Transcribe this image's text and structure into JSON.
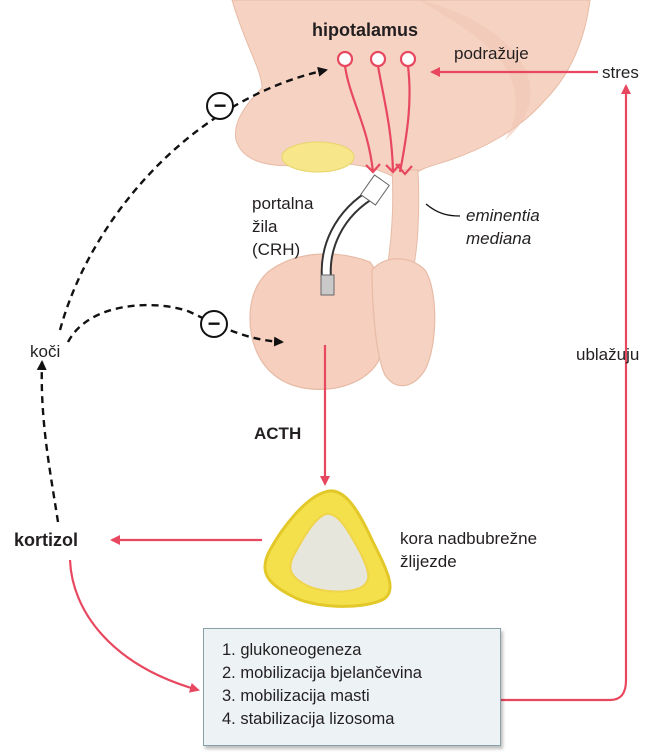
{
  "labels": {
    "hypothalamus": "hipotalamus",
    "stimulates": "podražuje",
    "stress": "stres",
    "portal_vessel": [
      "portalna",
      "žila",
      "(CRH)"
    ],
    "median_eminence": [
      "eminentia",
      "mediana"
    ],
    "inhibits": "koči",
    "relieves": "ublažuju",
    "acth": "ACTH",
    "cortisol": "kortizol",
    "adrenal_cortex": [
      "kora nadbubrežne",
      "žlijezde"
    ]
  },
  "inhibition_symbol": "−",
  "effects": [
    "1. glukoneogeneza",
    "2. mobilizacija bjelančevina",
    "3. mobilizacija masti",
    "4. stabilizacija lizosoma"
  ],
  "colors": {
    "arrow_red": "#e8485f",
    "pituitary": "#f6d2c2",
    "pituitary_outline": "#e7bba6",
    "adrenal_yellow": "#f4e04a",
    "adrenal_core": "#e6e6dd",
    "yellow_body": "#f7e68a"
  }
}
